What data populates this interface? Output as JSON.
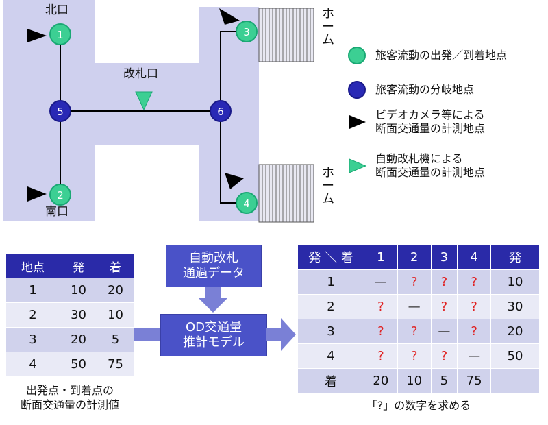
{
  "map": {
    "labels": {
      "north_exit": "北口",
      "south_exit": "南口",
      "ticket_gate": "改札口",
      "platform_top": [
        "ホ",
        "ー",
        "ム"
      ],
      "platform_bottom": [
        "ホ",
        "ー",
        "ム"
      ]
    },
    "nodes": [
      {
        "id": "1",
        "kind": "endpoint"
      },
      {
        "id": "2",
        "kind": "endpoint"
      },
      {
        "id": "3",
        "kind": "endpoint"
      },
      {
        "id": "4",
        "kind": "endpoint"
      },
      {
        "id": "5",
        "kind": "branch"
      },
      {
        "id": "6",
        "kind": "branch"
      }
    ],
    "colors": {
      "floor": "#cfd0ee",
      "endpoint": "#3ccf93",
      "branch": "#2929b5",
      "camera_marker": "#000000",
      "gate_marker": "#3ccf93"
    }
  },
  "legend": {
    "endpoint": "旅客流動の出発／到着地点",
    "branch": "旅客流動の分岐地点",
    "camera": [
      "ビデオカメラ等による",
      "断面交通量の計測地点"
    ],
    "gate": [
      "自動改札機による",
      "断面交通量の計測地点"
    ]
  },
  "left_table": {
    "headers": [
      "地点",
      "発",
      "着"
    ],
    "rows": [
      [
        "1",
        "10",
        "20"
      ],
      [
        "2",
        "30",
        "10"
      ],
      [
        "3",
        "20",
        "5"
      ],
      [
        "4",
        "50",
        "75"
      ]
    ],
    "caption": [
      "出発点・到着点の",
      "断面交通量の計測値"
    ]
  },
  "process": {
    "input_box": [
      "自動改札",
      "通過データ"
    ],
    "model_box": [
      "OD交通量",
      "推計モデル"
    ]
  },
  "od_table": {
    "headers": [
      "発 ＼ 着",
      "1",
      "2",
      "3",
      "4",
      "発"
    ],
    "rows": [
      [
        "1",
        "—",
        "?",
        "?",
        "?",
        "10"
      ],
      [
        "2",
        "?",
        "—",
        "?",
        "?",
        "30"
      ],
      [
        "3",
        "?",
        "?",
        "—",
        "?",
        "20"
      ],
      [
        "4",
        "?",
        "?",
        "?",
        "—",
        "50"
      ]
    ],
    "total_row": [
      "着",
      "20",
      "10",
      "5",
      "75",
      ""
    ],
    "caption": "「?」の数字を求める"
  }
}
